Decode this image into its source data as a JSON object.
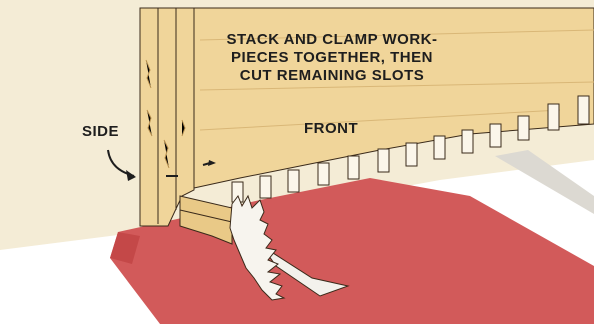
{
  "annotation": {
    "lines": [
      "STACK AND CLAMP WORK-",
      "PIECES TOGETHER, THEN",
      "CUT REMAINING SLOTS"
    ]
  },
  "labels": {
    "side": "SIDE",
    "front": "FRONT"
  },
  "colors": {
    "background": "#f4ecd6",
    "wood": "#f0d59a",
    "wood_shadow": "#d9b777",
    "table_top": "#d25a5a",
    "table_edge": "#c44848",
    "floor": "#ffffff",
    "blade": "#e8e4dc",
    "outline": "#3a2a1a"
  }
}
